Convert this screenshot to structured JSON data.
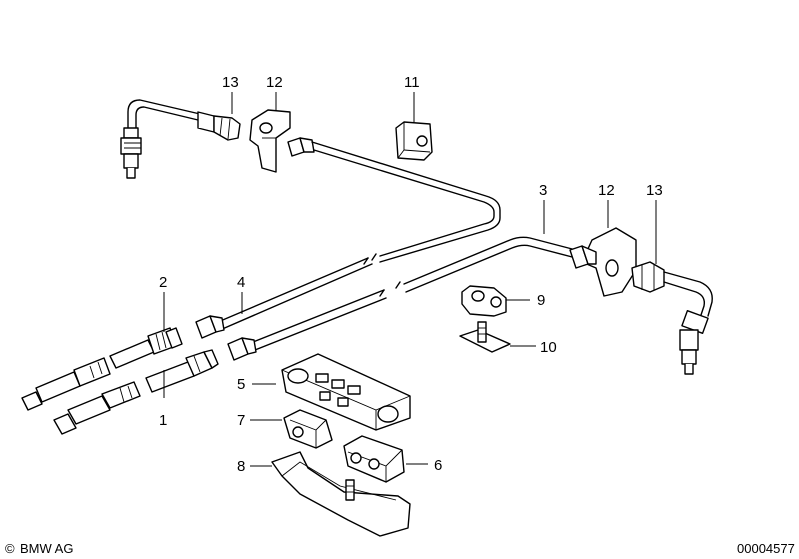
{
  "diagram": {
    "callouts": {
      "c13_left": "13",
      "c12_left": "12",
      "c11": "11",
      "c3": "3",
      "c12_right": "12",
      "c13_right": "13",
      "c2": "2",
      "c4": "4",
      "c9": "9",
      "c10": "10",
      "c5": "5",
      "c1": "1",
      "c7": "7",
      "c6": "6",
      "c8": "8"
    }
  },
  "footer": {
    "copyright_symbol": "©",
    "brand": "BMW AG",
    "part_number": "00004577"
  }
}
